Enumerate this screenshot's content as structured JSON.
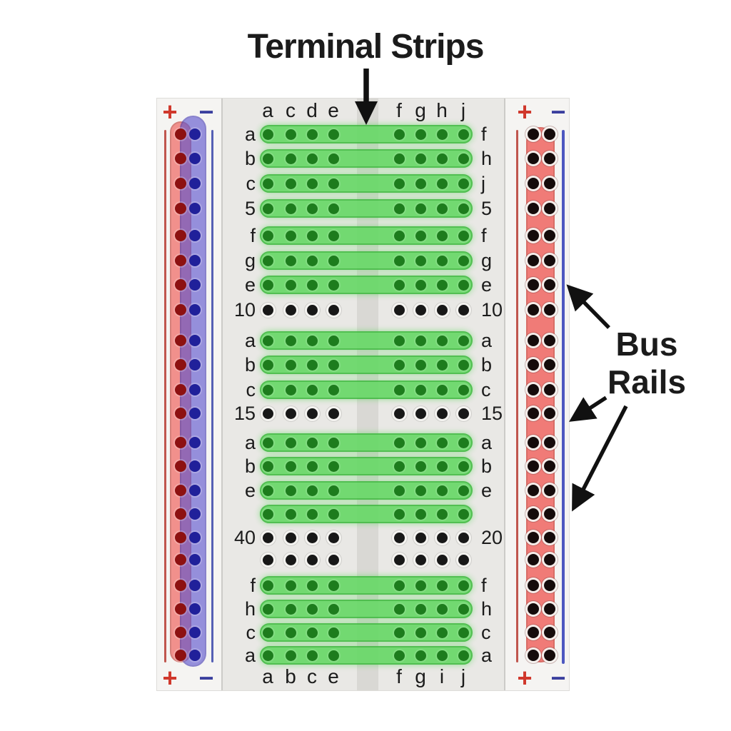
{
  "title": "Terminal Strips",
  "bus_rails_label": {
    "line1": "Bus",
    "line2": "Rails"
  },
  "board": {
    "top_header_left": [
      "a",
      "c",
      "d",
      "e"
    ],
    "top_header_right": [
      "f",
      "g",
      "h",
      "j"
    ],
    "bottom_header_left": [
      "a",
      "b",
      "c",
      "e"
    ],
    "bottom_header_right": [
      "f",
      "g",
      "i",
      "j"
    ],
    "rows": [
      {
        "left": "a",
        "right": "f",
        "style": "green"
      },
      {
        "left": "b",
        "right": "h",
        "style": "green"
      },
      {
        "left": "c",
        "right": "j",
        "style": "green"
      },
      {
        "left": "5",
        "right": "5",
        "style": "green"
      },
      {
        "left": "f",
        "right": "f",
        "style": "green"
      },
      {
        "left": "g",
        "right": "g",
        "style": "green"
      },
      {
        "left": "e",
        "right": "e",
        "style": "green"
      },
      {
        "left": "10",
        "right": "10",
        "style": "open"
      },
      {
        "left": "a",
        "right": "a",
        "style": "green"
      },
      {
        "left": "b",
        "right": "b",
        "style": "green"
      },
      {
        "left": "c",
        "right": "c",
        "style": "green"
      },
      {
        "left": "15",
        "right": "15",
        "style": "open"
      },
      {
        "left": "a",
        "right": "a",
        "style": "green"
      },
      {
        "left": "b",
        "right": "b",
        "style": "green"
      },
      {
        "left": "e",
        "right": "e",
        "style": "green"
      },
      {
        "left": "",
        "right": "",
        "style": "green"
      },
      {
        "left": "40",
        "right": "20",
        "style": "open"
      },
      {
        "left": "",
        "right": "",
        "style": "open"
      },
      {
        "left": "f",
        "right": "f",
        "style": "green"
      },
      {
        "left": "h",
        "right": "h",
        "style": "green"
      },
      {
        "left": "c",
        "right": "c",
        "style": "green"
      },
      {
        "left": "a",
        "right": "a",
        "style": "green"
      }
    ],
    "left_rail": {
      "plus": "+",
      "minus": "−"
    },
    "right_rail": {
      "plus": "+",
      "minus": "−"
    }
  },
  "colors": {
    "strip_green": "#62d862",
    "strip_green_border": "#3eba3e",
    "dot_green": "#1d7c1d",
    "dot_black": "#181818",
    "rail_red": "#ef534f",
    "rail_blue": "#5b52cd",
    "rail_line_red": "#c0564e",
    "rail_line_blue": "#5560b5",
    "dot_red": "#8d1111",
    "dot_blue": "#20209a",
    "plus_red": "#d0382c",
    "minus_blue": "#3a3f9e",
    "board_bg": "#f5f4f2",
    "zone_bg": "#e9e8e5",
    "channel": "#d9d8d4",
    "text": "#1b1b1b"
  }
}
